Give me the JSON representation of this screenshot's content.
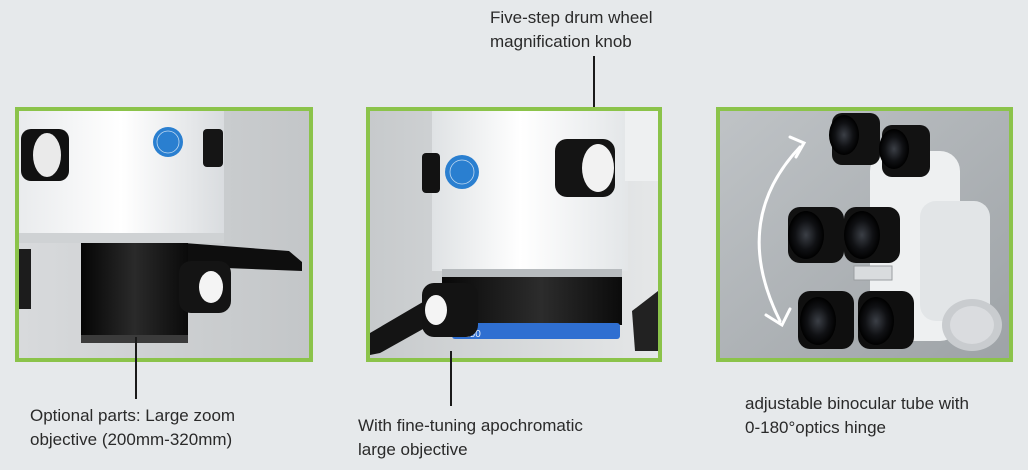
{
  "captions": {
    "top": {
      "line1": "Five-step drum wheel",
      "line2": "magnification knob"
    },
    "left": {
      "line1": "Optional parts: Large zoom",
      "line2": "objective (200mm-320mm)"
    },
    "center": {
      "line1": "With fine-tuning apochromatic",
      "line2": "large objective"
    },
    "right": {
      "line1": "adjustable binocular tube with",
      "line2": "0-180°optics hinge"
    }
  },
  "lens_marking": "F250",
  "colors": {
    "frame_border": "#8bc34a",
    "page_background": "#e6e9eb",
    "leader_line": "#1a1a1a",
    "objective_ring": "#2f6fd1"
  }
}
